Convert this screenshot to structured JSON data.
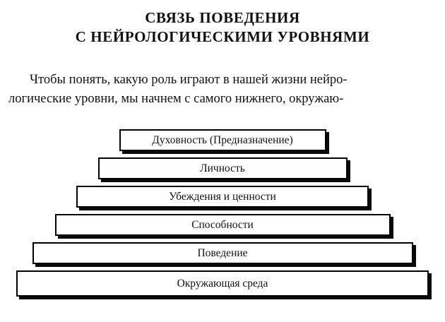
{
  "title": "СВЯЗЬ ПОВЕДЕНИЯ\nС НЕЙРОЛОГИЧЕСКИМИ УРОВНЯМИ",
  "paragraph": "Чтобы понять, какую роль играют в нашей жизни нейро-\nлогические уровни, мы начнем с самого нижнего, окружаю-",
  "pyramid": {
    "levels": [
      {
        "label": "Духовность (Предназначение)"
      },
      {
        "label": "Личность"
      },
      {
        "label": "Убеждения и ценности"
      },
      {
        "label": "Способности"
      },
      {
        "label": "Поведение"
      },
      {
        "label": "Окружающая среда"
      }
    ]
  },
  "colors": {
    "ink": "#111111",
    "paper": "#ffffff"
  }
}
